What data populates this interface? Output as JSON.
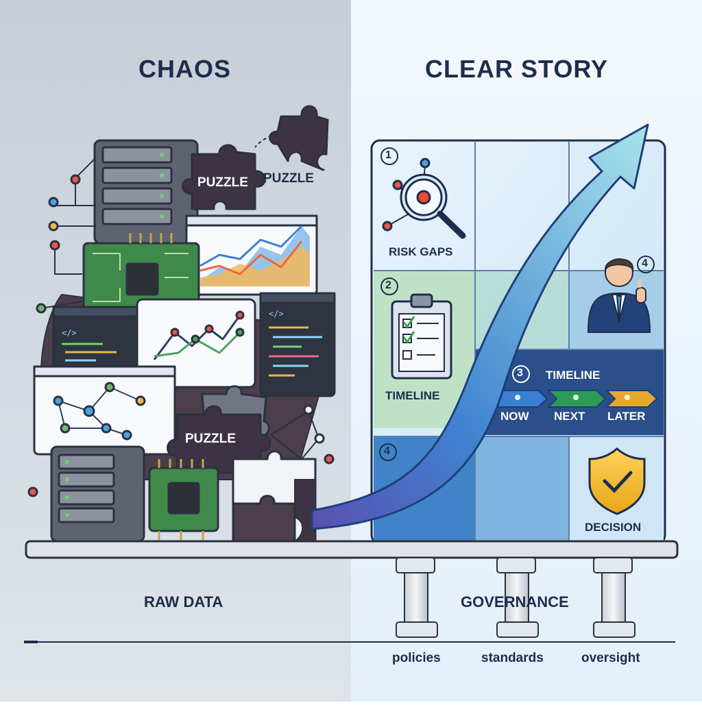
{
  "left": {
    "title": "CHAOS",
    "puzzle_labels": [
      "PUZZLE",
      "PUZZLE",
      "PUZZLE"
    ],
    "footer": "RAW DATA"
  },
  "right": {
    "title": "CLEAR STORY",
    "steps": {
      "risk": {
        "number": "1",
        "label": "RISK GAPS"
      },
      "plan": {
        "number": "2",
        "label": "TIMELINE"
      },
      "timeline": {
        "number": "3",
        "label": "TIMELINE",
        "phases": [
          "NOW",
          "NEXT",
          "LATER"
        ]
      },
      "approval": {
        "number": "4"
      },
      "decision": {
        "number": "4",
        "label": "DECISION"
      }
    },
    "footer": "GOVERNANCE",
    "pillars": [
      "policies",
      "standards",
      "oversight"
    ]
  },
  "colors": {
    "left_bg": "#c5ccd5",
    "right_bg": "#e8f2fb",
    "navy": "#1f2d4a",
    "arrow": "#4a90d6",
    "green": "#3e8a4a"
  },
  "icons": [
    "server-icon",
    "circuit-board-icon",
    "line-chart-icon",
    "code-window-icon",
    "puzzle-piece-icon",
    "magnifier-icon",
    "clipboard-checklist-icon",
    "businessman-thumbs-up-icon",
    "shield-check-icon",
    "pillar-icon",
    "growth-arrow-icon"
  ]
}
